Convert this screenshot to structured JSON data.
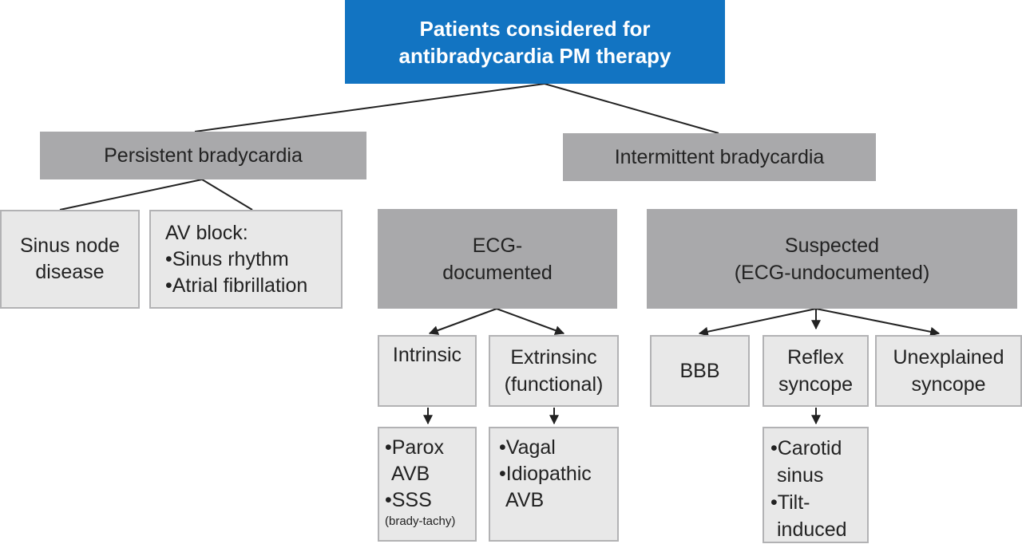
{
  "title": {
    "line1": "Patients considered for",
    "line2": "antibradycardia PM therapy"
  },
  "persistent": {
    "label": "Persistent bradycardia"
  },
  "intermittent": {
    "label": "Intermittent bradycardia"
  },
  "sinus_node": {
    "line1": "Sinus node",
    "line2": "disease"
  },
  "av_block": {
    "heading": "AV block:",
    "item1": "•Sinus rhythm",
    "item2": "•Atrial fibrillation"
  },
  "ecg_documented": {
    "line1": "ECG-",
    "line2": "documented"
  },
  "suspected": {
    "line1": "Suspected",
    "line2": "(ECG-undocumented)"
  },
  "intrinsic": {
    "label": "Intrinsic"
  },
  "extrinsic": {
    "line1": "Extrinsinc",
    "line2": "(functional)"
  },
  "bbb": {
    "label": "BBB"
  },
  "reflex": {
    "line1": "Reflex",
    "line2": "syncope"
  },
  "unexplained": {
    "line1": "Unexplained",
    "line2": "syncope"
  },
  "intrinsic_detail": {
    "line1": "•Parox",
    "line2": "AVB",
    "line3": "•SSS",
    "note": "(brady-tachy)"
  },
  "extrinsic_detail": {
    "line1": "•Vagal",
    "line2": "•Idiopathic",
    "line3": "AVB"
  },
  "reflex_detail": {
    "line1": "•Carotid",
    "line2": "sinus",
    "line3": "•Tilt-",
    "line4": "induced"
  },
  "colors": {
    "title_bg": "#1274c2",
    "dark_box": "#a9a9ab",
    "light_box": "#e8e8e8",
    "border": "#b2b2b4",
    "line": "#222222"
  }
}
